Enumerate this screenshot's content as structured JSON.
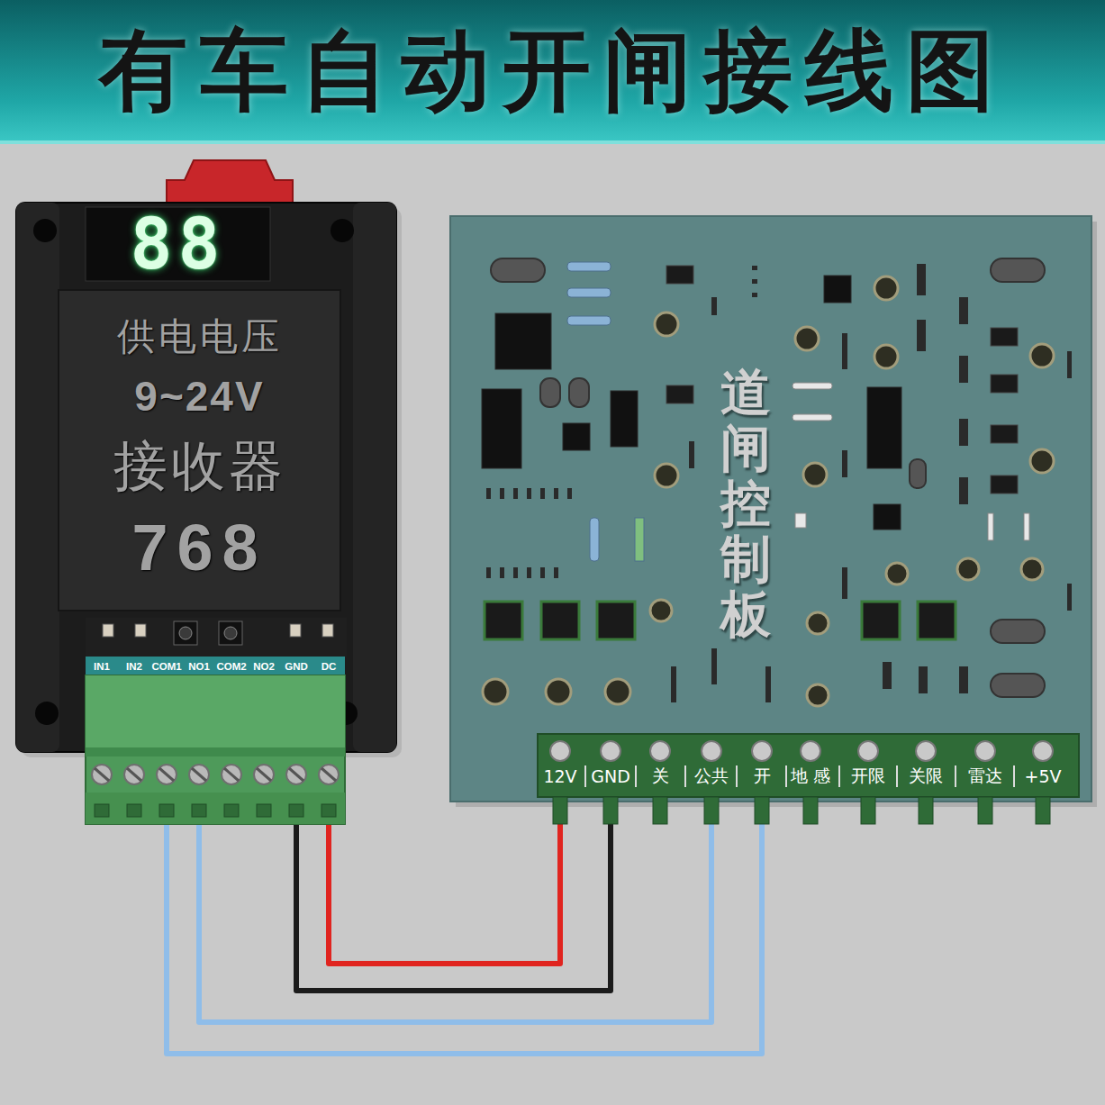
{
  "diagram": {
    "title": "有车自动开闸接线图",
    "nodes": [
      {
        "text": [
          "供电电压",
          "9~24V",
          "接收器",
          "768"
        ]
      },
      {
        "text": [
          "IN1"
        ],
        "in": 0
      },
      {
        "text": [
          "IN2"
        ],
        "in": 0
      },
      {
        "text": [
          "COM1"
        ],
        "in": 0
      },
      {
        "text": [
          "NO1"
        ],
        "in": 0
      },
      {
        "text": [
          "COM2"
        ],
        "in": 0
      },
      {
        "text": [
          "NO2"
        ],
        "in": 0
      },
      {
        "text": [
          "GND"
        ],
        "in": 0
      },
      {
        "text": [
          "DC"
        ],
        "in": 0
      },
      {
        "text": [
          "道闸控制板"
        ]
      },
      {
        "text": [
          "12V"
        ],
        "in": 9
      },
      {
        "text": [
          "GND"
        ],
        "in": 9
      },
      {
        "text": [
          "关"
        ],
        "in": 9
      },
      {
        "text": [
          "公共"
        ],
        "in": 9
      },
      {
        "text": [
          "开"
        ],
        "in": 9
      },
      {
        "text": [
          "地 感"
        ],
        "in": 9
      },
      {
        "text": [
          "开限"
        ],
        "in": 9
      },
      {
        "text": [
          "关限"
        ],
        "in": 9
      },
      {
        "text": [
          "雷达"
        ],
        "in": 9
      },
      {
        "text": [
          "+5V"
        ],
        "in": 9
      }
    ],
    "edges": [
      {
        "from": 8,
        "to": 10,
        "arrow": "none"
      },
      {
        "from": 7,
        "to": 11,
        "arrow": "none"
      },
      {
        "from": 4,
        "to": 13,
        "arrow": "none"
      },
      {
        "from": 3,
        "to": 14,
        "arrow": "none"
      }
    ],
    "labels": [
      "88"
    ]
  }
}
